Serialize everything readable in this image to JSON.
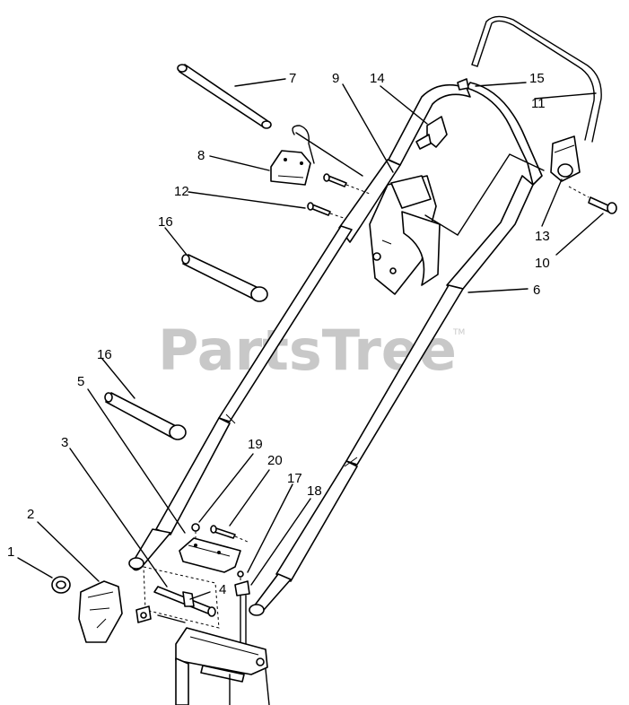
{
  "watermark": {
    "text": "PartsTree",
    "trademark": "TM"
  },
  "callouts": {
    "c1": "1",
    "c2": "2",
    "c3": "3",
    "c4": "4",
    "c5": "5",
    "c6": "6",
    "c7": "7",
    "c8": "8",
    "c9": "9",
    "c10": "10",
    "c11": "11",
    "c12": "12",
    "c13": "13",
    "c14": "14",
    "c15": "15",
    "c16a": "16",
    "c16b": "16",
    "c17": "17",
    "c18": "18",
    "c19": "19",
    "c20": "20"
  }
}
